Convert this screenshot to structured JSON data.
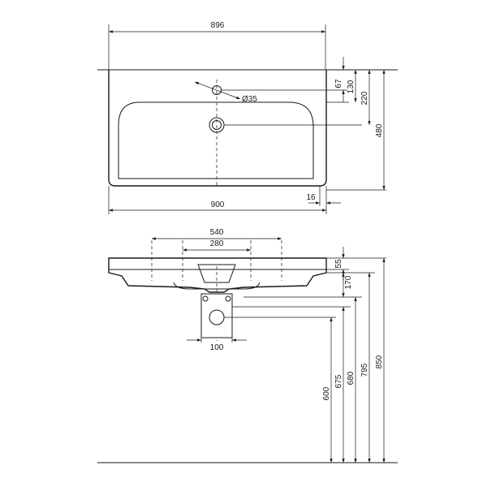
{
  "top_view": {
    "dims": {
      "overall_width": "896",
      "basin_width": "900",
      "tap_offset": "67",
      "dim_130": "130",
      "dim_220": "220",
      "depth": "480",
      "edge": "16",
      "hole_dia": "Ø35"
    }
  },
  "front_view": {
    "dims": {
      "holes_outer": "540",
      "holes_inner": "280",
      "trap_width": "100",
      "h55": "55",
      "h170": "170",
      "h600": "600",
      "h675": "675",
      "h680": "680",
      "h795": "795",
      "h850": "850"
    }
  }
}
